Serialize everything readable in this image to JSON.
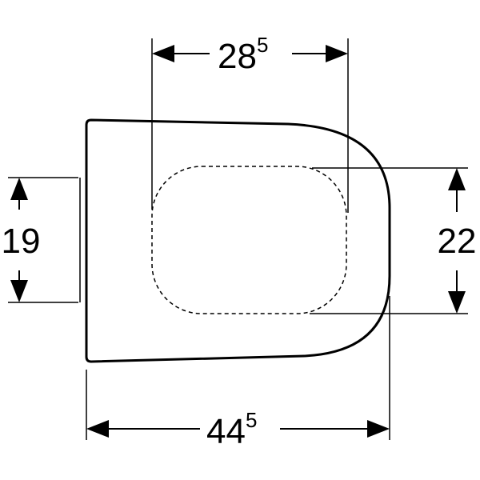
{
  "dimensions": {
    "top_width": {
      "main": "28",
      "sup": "5"
    },
    "overall_length": {
      "main": "44",
      "sup": "5"
    },
    "left_height": "19",
    "right_height": "22"
  },
  "colors": {
    "line": "#000000",
    "background": "#ffffff"
  }
}
